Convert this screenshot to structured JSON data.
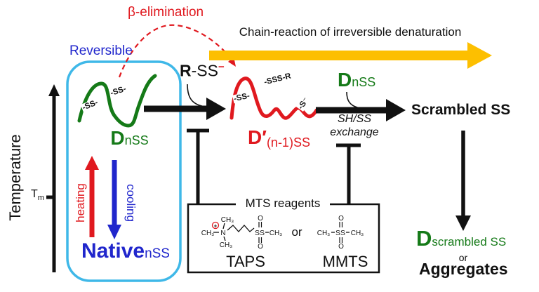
{
  "title_area": {
    "beta_elimination": "β-elimination",
    "chain_reaction": "Chain-reaction of irreversible denaturation"
  },
  "colors": {
    "green": "#157a18",
    "red": "#e0191f",
    "blue": "#2026cc",
    "cyan_box": "#3fb8e8",
    "yellow_arrow": "#fdbf00",
    "black": "#111111"
  },
  "axis": {
    "temperature": "Temperature",
    "tm_main": "T",
    "tm_sub": "m"
  },
  "reversible_box": {
    "label": "Reversible",
    "ss_label_1": "-SS-",
    "ss_label_2": "-SS-",
    "dnss_d": "D",
    "dnss_sub": "nSS",
    "heating": "heating",
    "cooling": "cooling",
    "native_main": "Native",
    "native_sub": "nSS"
  },
  "intermediate": {
    "rss_r": "R",
    "rss_mid": "-SS",
    "rss_sup": "−",
    "ss_label": "-SS-",
    "sss_pre": "-SSS-",
    "sss_r": "R",
    "s_minus": "-S⁻",
    "dprime_d": "D′",
    "dprime_sub": "(n-1)SS"
  },
  "second_step": {
    "dnss_d": "D",
    "dnss_sub": "nSS",
    "shss": "SH/SS",
    "exchange": "exchange",
    "scrambled_ss": "Scrambled SS"
  },
  "mts_box": {
    "title": "MTS reagents",
    "or_label": "or",
    "taps": {
      "label": "TAPS",
      "plus": "+",
      "ch3_top": "CH₃",
      "ch3_left": "CH₃",
      "ch3_bottom": "CH₃",
      "n": "N",
      "ss": "SS",
      "o_top": "O",
      "o_bottom": "O",
      "ch3_right": "CH₃"
    },
    "mmts": {
      "label": "MMTS",
      "ch3_left": "CH₃",
      "ss": "SS",
      "o_top": "O",
      "o_bottom": "O",
      "ch3_right": "CH₃"
    }
  },
  "outcome": {
    "d_scrambled_d": "D",
    "d_scrambled_sub": "scrambled SS",
    "or_label": "or",
    "aggregates": "Aggregates"
  }
}
